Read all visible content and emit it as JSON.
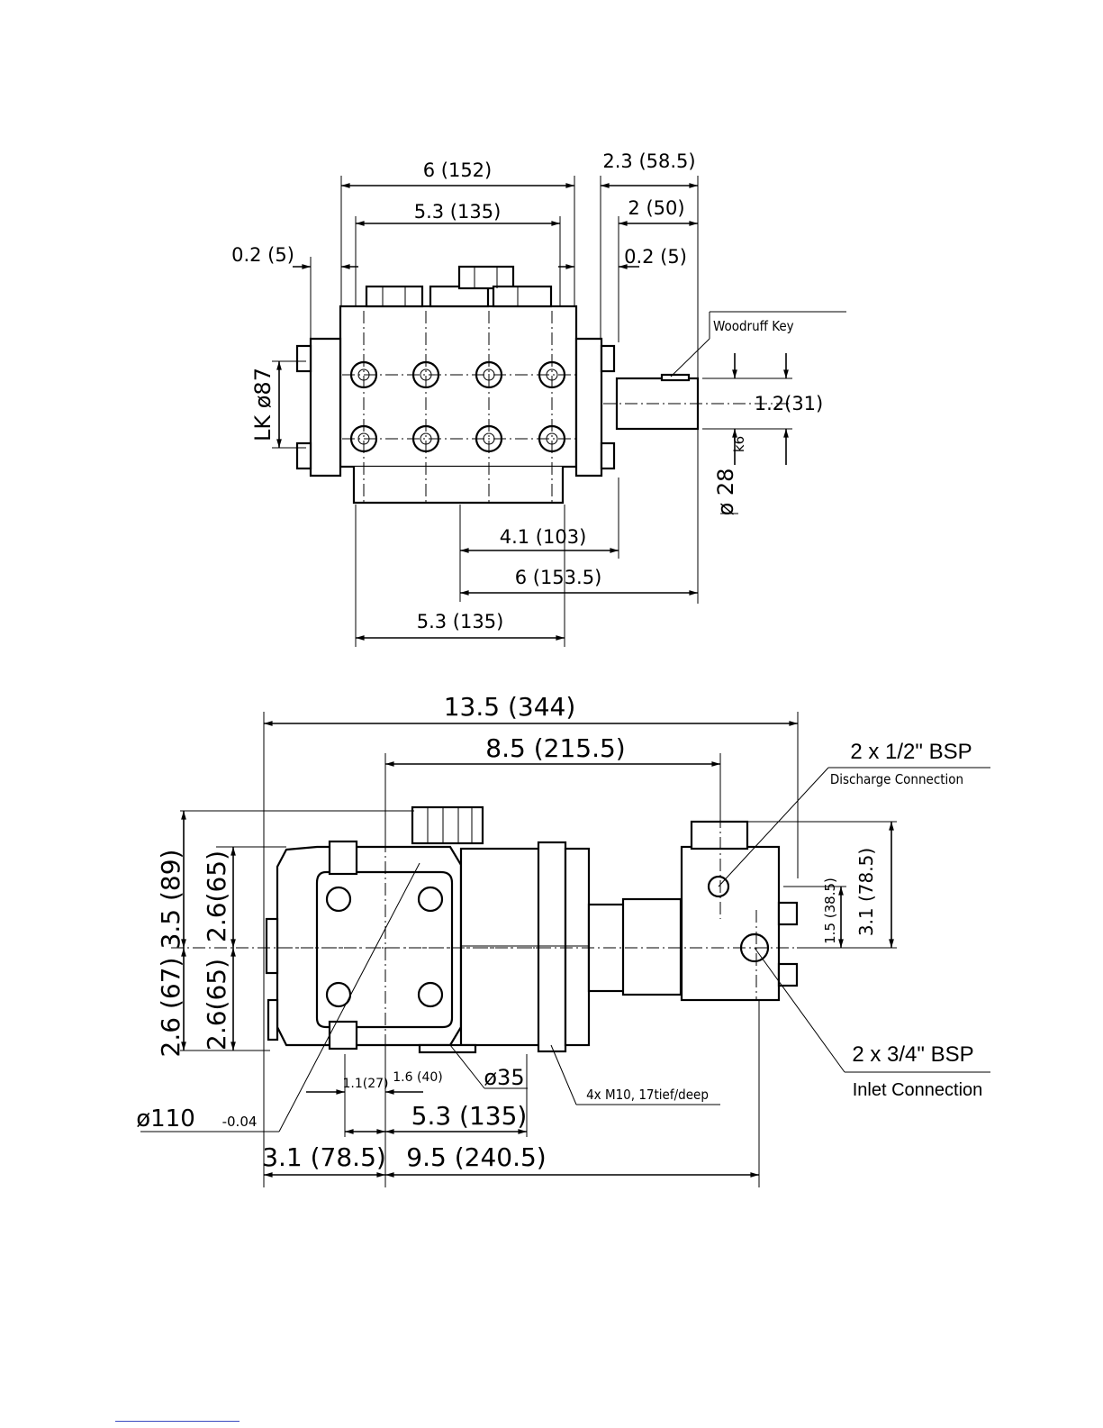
{
  "top_view": {
    "dim_width_overall": "6 (152)",
    "dim_width_inner": "5.3 (135)",
    "dim_left_offset": "0.2 (5)",
    "dim_shaft_total": "2.3 (58.5)",
    "dim_shaft_2": "2 (50)",
    "dim_right_offset": "0.2 (5)",
    "woodruff_key": "Woodruff Key",
    "dim_key_height": "1.2(31)",
    "dim_bolt_circle": "LK ø87",
    "dim_shaft_dia": "ø 28",
    "dim_shaft_tol": "k6",
    "dim_bottom_1": "4.1 (103)",
    "dim_bottom_2": "6 (153.5)",
    "dim_bottom_3": "5.3 (135)"
  },
  "side_view": {
    "dim_total_length": "13.5 (344)",
    "dim_length_2": "8.5 (215.5)",
    "discharge_title": "2 x 1/2\" BSP",
    "discharge_sub": "Discharge Connection",
    "inlet_title": "2 x 3/4\" BSP",
    "inlet_sub": "Inlet Connection",
    "dim_h_upper": "3.5 (89)",
    "dim_h_upper_in": "2.6(65)",
    "dim_h_lower": "2.6 (67)",
    "dim_h_lower_in": "2.6(65)",
    "dim_small_1": "1.1(27)",
    "dim_small_2": "1.6 (40)",
    "dim_dia_35": "ø35",
    "dim_mount": "4x  M10, 17tief/deep",
    "dim_dia_110": "ø110",
    "dim_dia_110_tol": "-0.04",
    "dim_5_3": "5.3 (135)",
    "dim_3_1": "3.1 (78.5)",
    "dim_9_5": "9.5 (240.5)",
    "dim_right_1": "1.5 (38.5)",
    "dim_right_2": "3.1 (78.5)"
  }
}
